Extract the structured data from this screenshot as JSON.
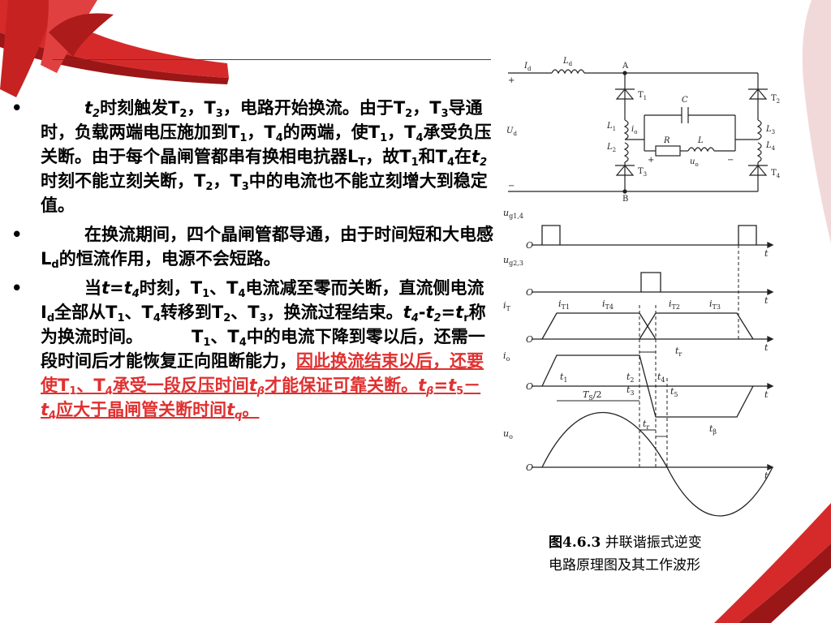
{
  "slide": {
    "colors": {
      "ribbon": "#d62a2a",
      "ribbon_dark": "#9b1616",
      "emphasis": "#e03030"
    },
    "paragraphs": [
      {
        "bullet": "•",
        "segments": [
          "t",
          "2",
          "时刻触发T",
          "2",
          "，T",
          "3",
          "，电路开始换流。由于T",
          "2",
          "，T",
          "3",
          "导通时，负载两端电压施加到T",
          "1",
          "，T",
          "4",
          "的两端，使T",
          "1",
          "，T",
          "4",
          "承受负压关断。由于每个晶闸管都串有换相电抗器L",
          "T",
          "，故T",
          "1",
          "和T",
          "4",
          "在",
          "t",
          "2",
          "时刻不能立刻关断，T",
          "2",
          "，T",
          "3",
          "中的电流也不能立刻增大到稳定值。"
        ]
      },
      {
        "bullet": "•",
        "segments": [
          "在换流期间，四个晶闸管都导通，由于时间短和大电感L",
          "d",
          "的恒流作用，电源不会短路。"
        ]
      },
      {
        "bullet": "•",
        "segments": [
          "当",
          "t",
          "=",
          "t",
          "4",
          "时刻，T",
          "1",
          "、T",
          "4",
          "电流减至零而关断，直流侧电流I",
          "d",
          "全部从T",
          "1",
          "、T",
          "4",
          "转移到T",
          "2",
          "、T",
          "3",
          "，换流过程结束。",
          "t",
          "4",
          "-",
          "t",
          "2",
          "=",
          "t",
          "r",
          "称为换流时间。",
          "T",
          "1",
          "、T",
          "4",
          "中的电流下降到零以后，还需一段时间后才能恢复正向阻断能力，"
        ],
        "emphasis": [
          "因此换流结束以后，还要使T",
          "1",
          "、T",
          "4",
          "承受一段反压时间",
          "t",
          "β",
          "才能保证可靠关断。",
          "t",
          "β",
          "=",
          "t",
          "5",
          "－",
          "t",
          "4",
          "应大于晶闸管关断时间",
          "t",
          "q",
          "。"
        ]
      }
    ]
  },
  "figure": {
    "caption_num": "图4.6.3",
    "caption_line1": "并联谐振式逆变",
    "caption_line2": "电路原理图及其工作波形",
    "circuit_labels": {
      "Id": "I",
      "Id_sub": "d",
      "Ld": "L",
      "Ld_sub": "d",
      "A": "A",
      "B": "B",
      "plus": "+",
      "minus": "−",
      "Ud": "U",
      "Ud_sub": "d",
      "T1": "T",
      "T1_sub": "1",
      "T2": "T",
      "T2_sub": "2",
      "T3": "T",
      "T3_sub": "3",
      "T4": "T",
      "T4_sub": "4",
      "L1": "L",
      "L1_sub": "1",
      "L2": "L",
      "L2_sub": "2",
      "L3": "L",
      "L3_sub": "3",
      "L4": "L",
      "L4_sub": "4",
      "C": "C",
      "R": "R",
      "L": "L",
      "io": "i",
      "io_sub": "o",
      "uo": "u",
      "uo_sub": "o"
    },
    "waveform_labels": {
      "ug14": "u",
      "ug14_sub": "g1,4",
      "ug23": "u",
      "ug23_sub": "g2,3",
      "iT": "i",
      "iT_sub": "T",
      "iT1": "i",
      "iT1_sub": "T1",
      "iT4": "i",
      "iT4_sub": "T4",
      "iT2": "i",
      "iT2_sub": "T2",
      "iT3": "i",
      "iT3_sub": "T3",
      "io": "i",
      "io_sub": "o",
      "uo": "u",
      "uo_sub": "o",
      "O": "O",
      "t": "t",
      "t1": "t",
      "t1_sub": "1",
      "t2": "t",
      "t2_sub": "2",
      "t3": "t",
      "t3_sub": "3",
      "t4": "t",
      "t4_sub": "4",
      "t5": "t",
      "t5_sub": "5",
      "tr": "t",
      "tr_sub": "r",
      "tbeta": "t",
      "tbeta_sub": "β",
      "Ts2": "T",
      "Ts2_sub": "S",
      "Ts2_tail": "/2"
    }
  }
}
